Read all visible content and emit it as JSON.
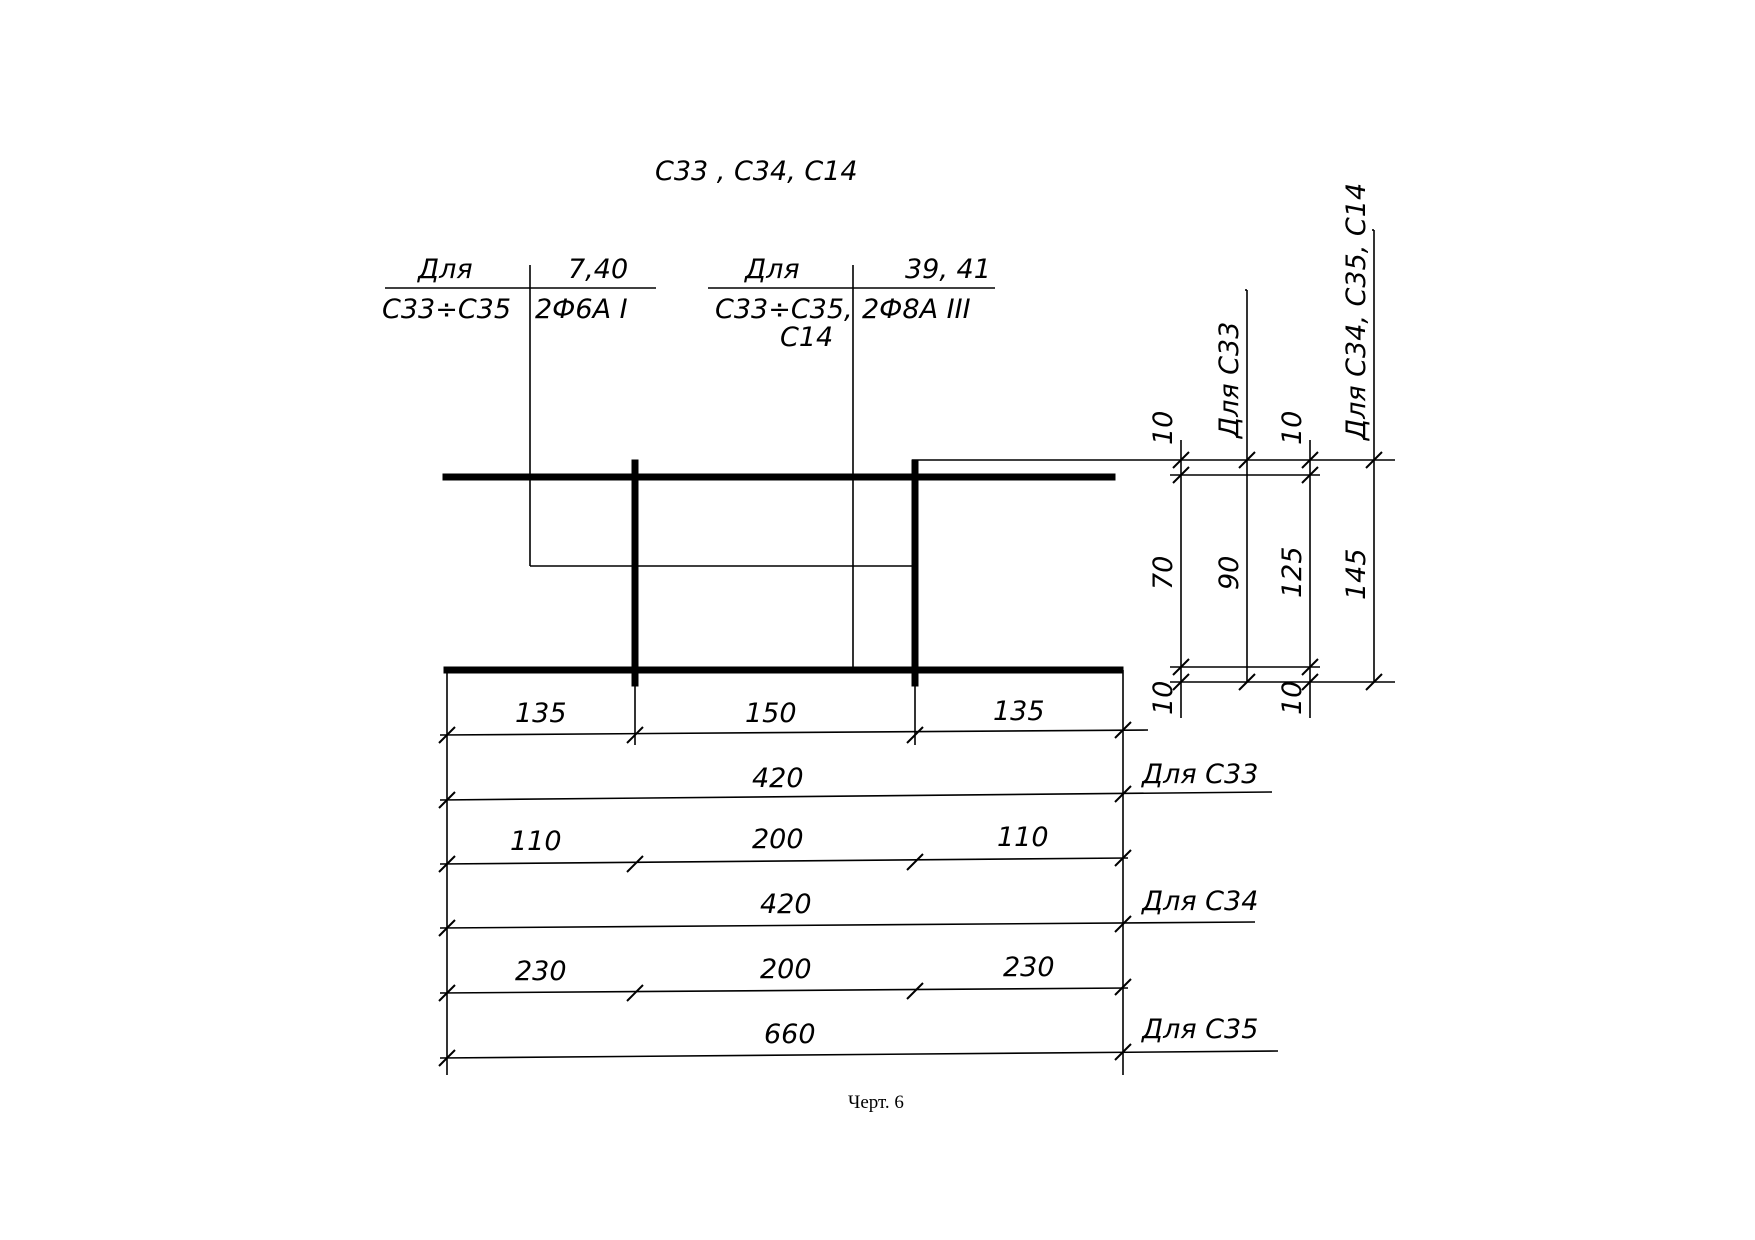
{
  "title": "С33 , С34, С14",
  "caption": "Черт. 6",
  "callout_left": {
    "top_left": "Для",
    "top_right": "7,40",
    "bottom_left": "С33÷С35",
    "bottom_right": "2Ф6А I"
  },
  "callout_center": {
    "top_left": "Для",
    "top_right": "39, 41",
    "bottom_left_1": "С33÷С35,",
    "bottom_left_2": "С14",
    "bottom_right": "2Ф8А III"
  },
  "vertical_dims": {
    "d10_top_a": "10",
    "d70": "70",
    "d10_bottom_a": "10",
    "d90": "90",
    "label_c33": "Для С33",
    "d10_top_b": "10",
    "d125": "125",
    "d10_bottom_b": "10",
    "d145": "145",
    "label_c34_c35_c14": "Для С34, С35, С14"
  },
  "horizontal_dims": {
    "row1": [
      "135",
      "150",
      "135"
    ],
    "row2_total": "420",
    "row2_label": "Для С33",
    "row3": [
      "110",
      "200",
      "110"
    ],
    "row4_total": "420",
    "row4_label": "Для С34",
    "row5": [
      "230",
      "200",
      "230"
    ],
    "row6_total": "660",
    "row6_label": "Для С35"
  }
}
